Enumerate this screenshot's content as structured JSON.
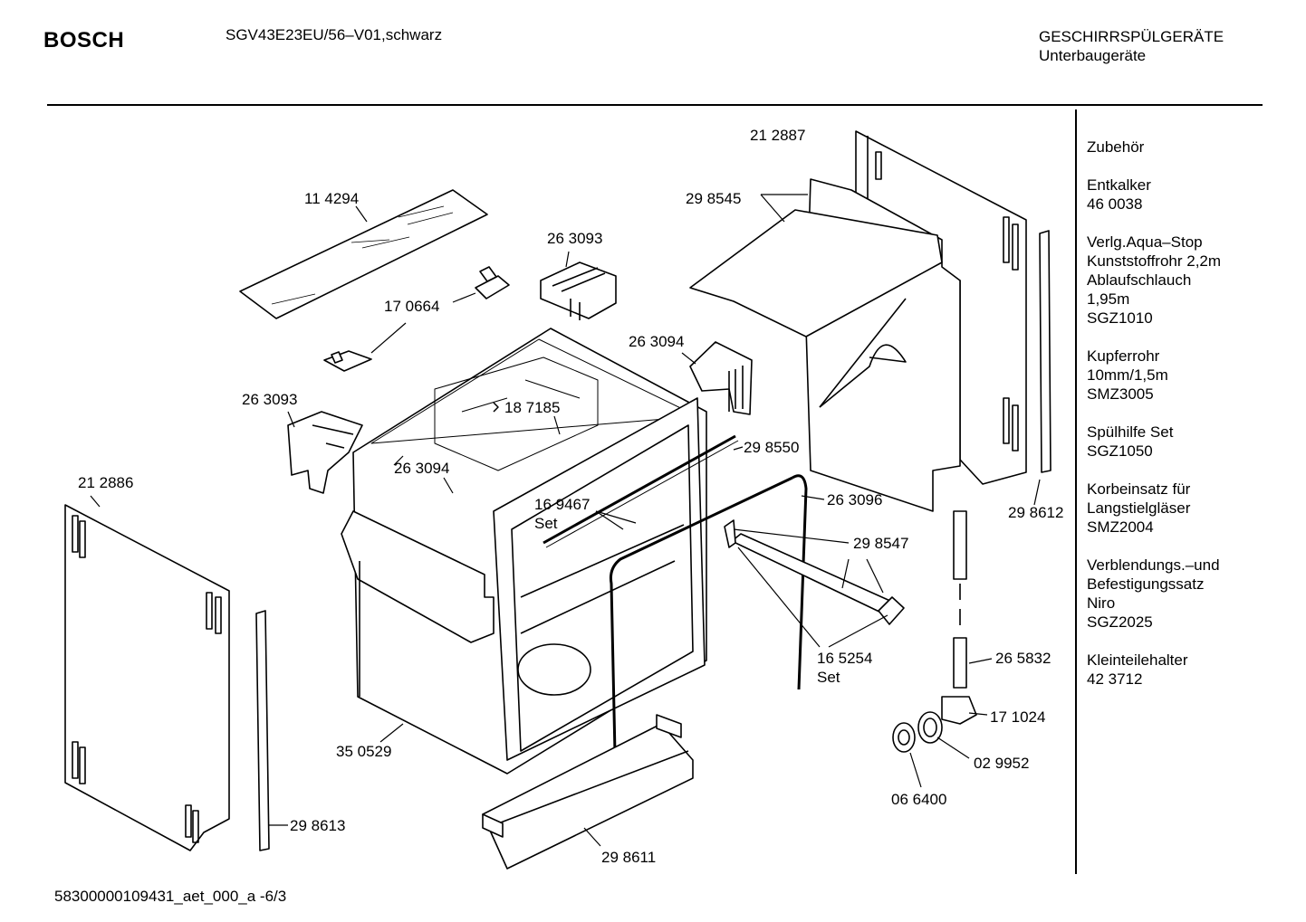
{
  "header": {
    "brand": "BOSCH",
    "model": "SGV43E23EU/56–V01,schwarz",
    "category_line1": "GESCHIRRSPÜLGERÄTE",
    "category_line2": "Unterbaugeräte"
  },
  "footer": {
    "doc_id": "58300000109431_aet_000_a   -6/3"
  },
  "accessories": [
    {
      "lines": [
        "Zubehör"
      ]
    },
    {
      "lines": [
        "Entkalker",
        "46 0038"
      ]
    },
    {
      "lines": [
        "Verlg.Aqua–Stop",
        "Kunststoffrohr 2,2m",
        "Ablaufschlauch",
        "1,95m",
        "SGZ1010"
      ]
    },
    {
      "lines": [
        "Kupferrohr",
        "10mm/1,5m",
        "SMZ3005"
      ]
    },
    {
      "lines": [
        "Spülhilfe Set",
        "SGZ1050"
      ]
    },
    {
      "lines": [
        "Korbeinsatz für",
        "Langstielgläser",
        "SMZ2004"
      ]
    },
    {
      "lines": [
        "Verblendungs.–und",
        "Befestigungssatz",
        "Niro",
        "SGZ2025"
      ]
    },
    {
      "lines": [
        "Kleinteilehalter",
        "42 3712"
      ]
    }
  ],
  "parts": {
    "p212887": "21 2887",
    "p114294": "11 4294",
    "p298545": "29 8545",
    "p263093a": "26 3093",
    "p170664": "17 0664",
    "p263094a": "26 3094",
    "p263093b": "26 3093",
    "p187185": "18 7185",
    "p263094b": "26 3094",
    "p298550": "29 8550",
    "p212886": "21 2886",
    "p169467": "16 9467",
    "p169467set": "Set",
    "p263096": "26 3096",
    "p298612": "29 8612",
    "p298547": "29 8547",
    "p165254": "16 5254",
    "p165254set": "Set",
    "p265832": "26 5832",
    "p171024": "17 1024",
    "p350529": "35 0529",
    "p029952": "02 9952",
    "p066400": "06 6400",
    "p298613": "29 8613",
    "p298611": "29 8611"
  }
}
